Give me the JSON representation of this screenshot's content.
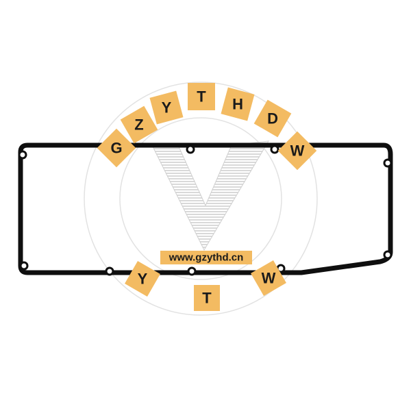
{
  "watermark": {
    "url_label": "www.gzythd.cn",
    "top_arc_letters": [
      "G",
      "Z",
      "Y",
      "T",
      "H",
      "D",
      "W"
    ],
    "bottom_letters": [
      "Y",
      "T",
      "W"
    ],
    "tile_color": "#f3bb62",
    "ring_color": "#e2e2e2"
  },
  "product": {
    "gasket_color": "#0f0f0f"
  }
}
